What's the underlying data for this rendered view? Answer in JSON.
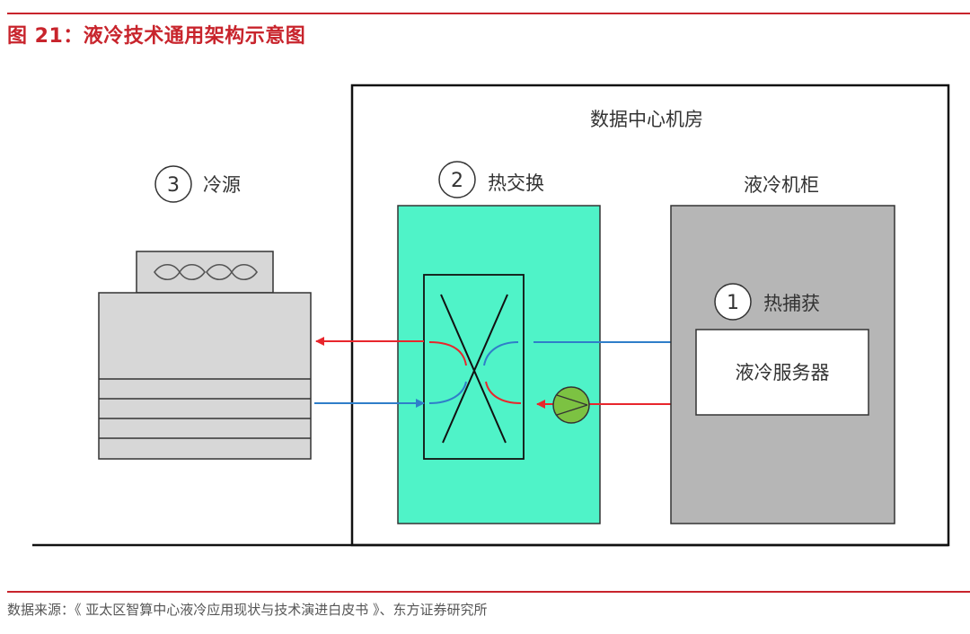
{
  "figure": {
    "title": "图 21：液冷技术通用架构示意图",
    "source": "数据来源：《 亚太区智算中心液冷应用现状与技术演进白皮书 》、东方证券研究所"
  },
  "diagram": {
    "room_label": "数据中心机房",
    "cabinet_label": "液冷机柜",
    "server_label": "液冷服务器",
    "stages": [
      {
        "number": "3",
        "label": "冷源"
      },
      {
        "number": "2",
        "label": "热交换"
      },
      {
        "number": "1",
        "label": "热捕获"
      }
    ]
  },
  "colors": {
    "accent_red": "#c8242c",
    "hot_line": "#e8262c",
    "cold_line": "#2f7ec9",
    "heat_exchanger_fill": "#4ff3c8",
    "cabinet_fill": "#b6b6b6",
    "chiller_fill": "#d7d7d7",
    "pump_fill": "#7cc242"
  },
  "icons": [
    "fan-icon",
    "pump-icon",
    "heat-exchanger-cross-icon"
  ]
}
